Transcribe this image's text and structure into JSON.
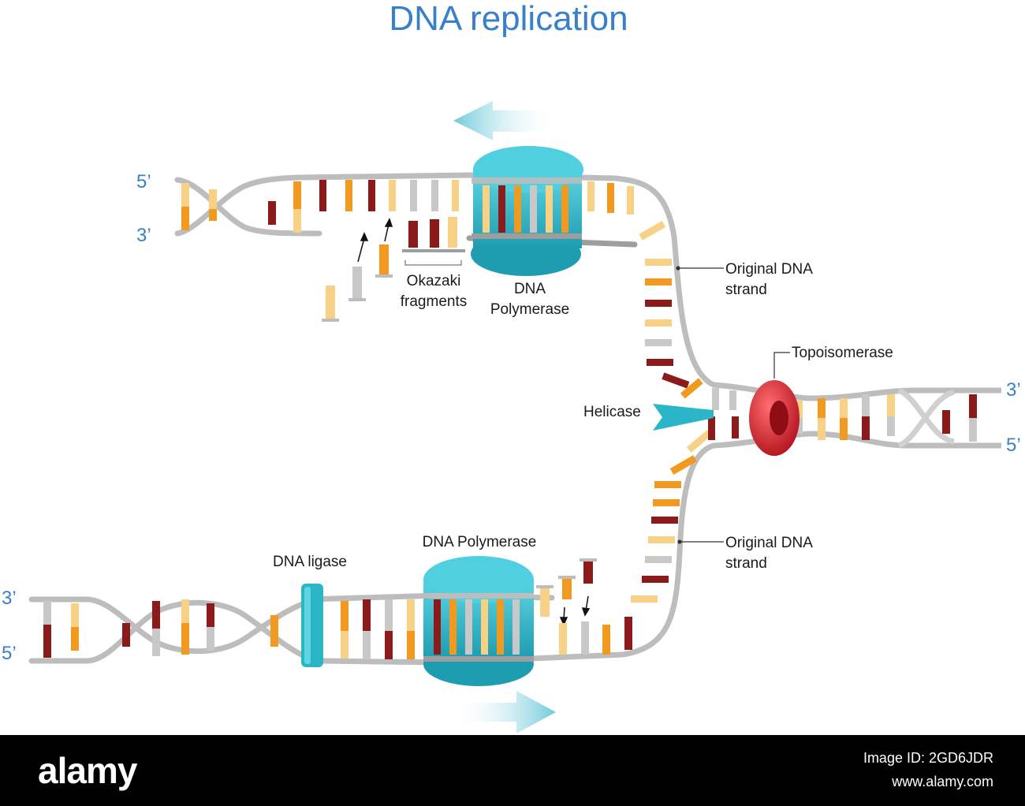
{
  "title": "DNA replication",
  "labels": {
    "okazaki": [
      "Okazaki",
      "fragments"
    ],
    "polymerase_top": [
      "DNA",
      "Polymerase"
    ],
    "polymerase_bottom": "DNA Polymerase",
    "original_top": [
      "Original DNA",
      "strand"
    ],
    "original_bottom": [
      "Original DNA",
      "strand"
    ],
    "topoisomerase": "Topoisomerase",
    "helicase": "Helicase",
    "ligase": "DNA ligase"
  },
  "ends": {
    "top_left_upper": "5’",
    "top_left_lower": "3’",
    "right_upper": "3’",
    "right_lower": "5’",
    "bottom_left_upper": "3’",
    "bottom_left_lower": "5’"
  },
  "colors": {
    "title": "#3a7fc9",
    "backbone": "#bdbdbd",
    "enzyme_teal": "#2bb6c8",
    "topoisomerase_red": "#d81e2c",
    "arrow": "#8fd6e3",
    "base_dark_red": "#8b1a1a",
    "base_orange": "#f29a1f",
    "base_yellow": "#f6d186",
    "base_gray": "#c8c8c8"
  },
  "footer": {
    "brand": "alamy",
    "image_id": "Image ID: 2GD6JDR",
    "site": "www.alamy.com"
  }
}
